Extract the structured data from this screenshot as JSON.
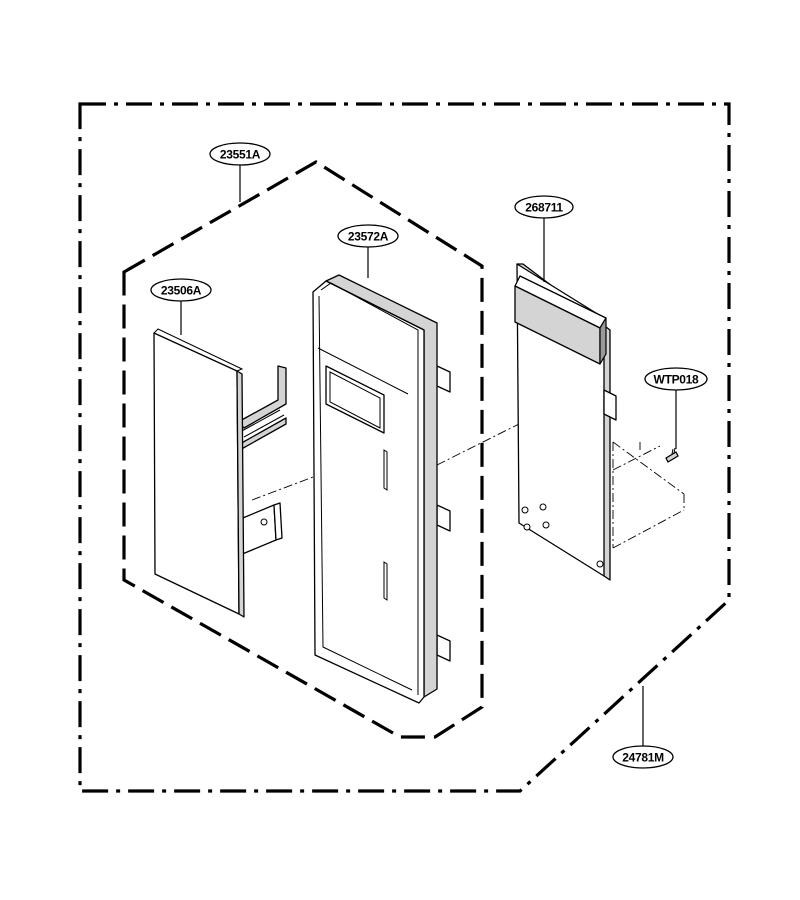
{
  "callouts": {
    "frame_assembly": "24781M",
    "door_assembly": "23551A",
    "control_panel": "23572A",
    "key_membrane": "23506A",
    "pcb_assembly": "268711",
    "screw": "WTP018"
  }
}
